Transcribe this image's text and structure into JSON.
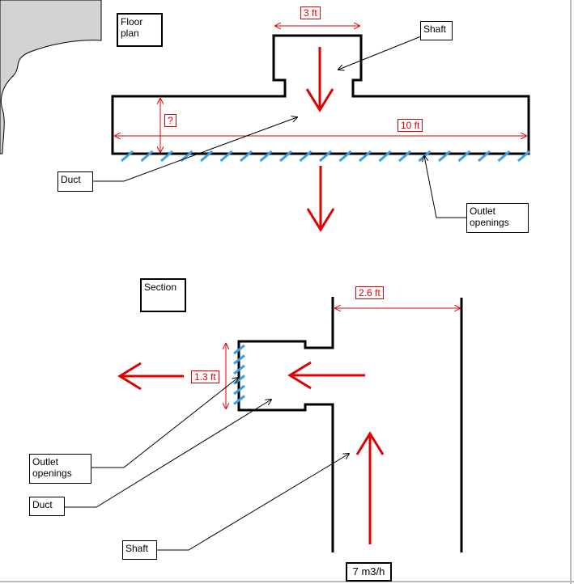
{
  "floor_plan": {
    "title": "Floor\nplan",
    "shaft_width": "3 ft",
    "duct_depth": "?",
    "duct_length": "10 ft",
    "callouts": {
      "shaft": "Shaft",
      "duct": "Duct",
      "outlet": "Outlet\nopenings"
    }
  },
  "section": {
    "title": "Section",
    "shaft_width": "2.6 ft",
    "duct_height": "1.3 ft",
    "airflow": "7 m3/h",
    "callouts": {
      "outlet": "Outlet\nopenings",
      "duct": "Duct",
      "shaft": "Shaft"
    }
  },
  "colors": {
    "outline": "#000000",
    "dimension": "#e00000",
    "outlet": "#3aa0e8",
    "flow_arrow": "#e00000",
    "corner_fill": "#d3d3d3"
  }
}
